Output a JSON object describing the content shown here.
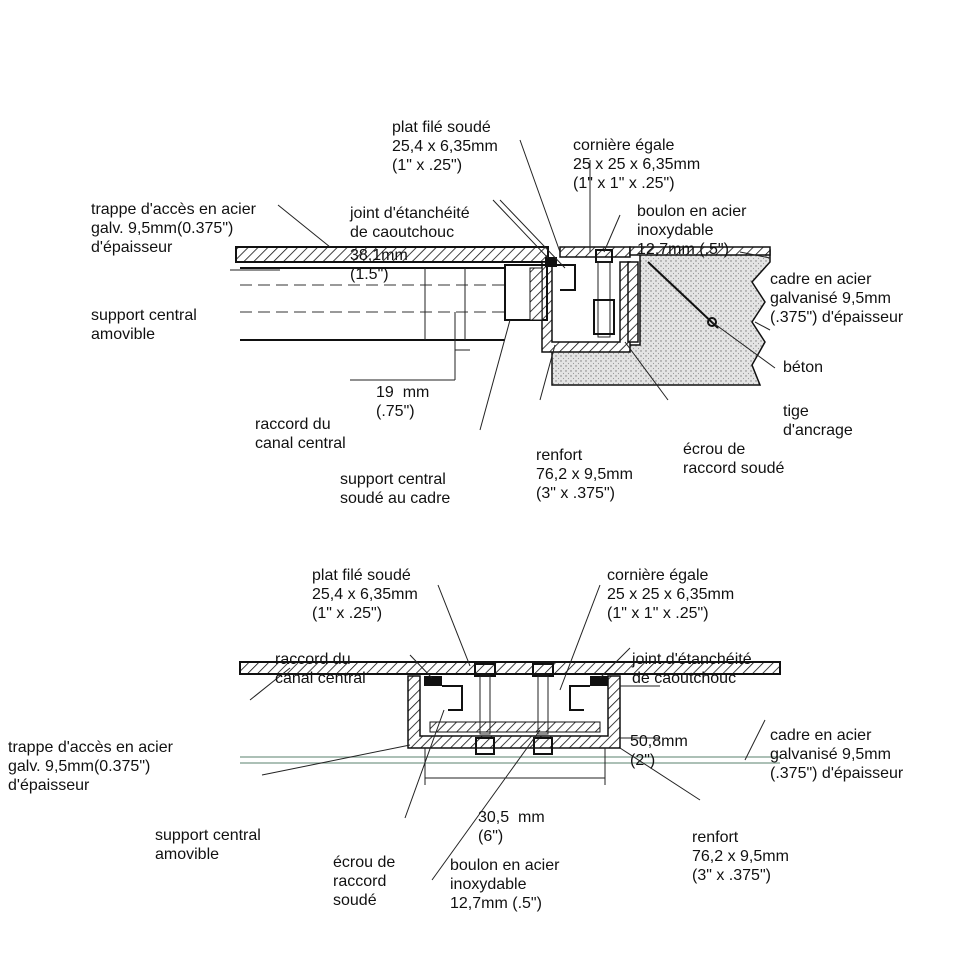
{
  "colors": {
    "ink": "#111111",
    "concrete": "#d9d9d9",
    "paper": "#ffffff",
    "rebar_green": "#7a9a8a"
  },
  "top": {
    "labels": {
      "plat": [
        "plat filé soudé",
        "25,4 x 6,35mm",
        "(1\" x .25\")"
      ],
      "corniere": [
        "cornière égale",
        "25 x 25 x 6,35mm",
        "(1\" x 1\" x .25\")"
      ],
      "joint": [
        "joint d'étanchéité",
        "de caoutchouc"
      ],
      "boulon": [
        "boulon en acier",
        "inoxydable",
        "12,7mm (.5\")"
      ],
      "trappe": [
        "trappe d'accès en acier",
        "galv. 9,5mm(0.375\")",
        "d'épaisseur"
      ],
      "dim381": [
        "38,1mm",
        "(1.5\")"
      ],
      "cadre": [
        "cadre en acier",
        "galvanisé 9,5mm",
        "(.375\") d'épaisseur"
      ],
      "support_amovible": [
        "support central",
        "amovible"
      ],
      "beton": [
        "béton"
      ],
      "dim19": [
        "19  mm",
        "(.75\")"
      ],
      "tige": [
        "tige",
        "d'ancrage"
      ],
      "raccord_canal": [
        "raccord du",
        "canal central"
      ],
      "renfort": [
        "renfort",
        "76,2 x 9,5mm",
        "(3\" x .375\")"
      ],
      "ecrou": [
        "écrou de",
        "raccord soudé"
      ],
      "support_soude": [
        "support central",
        "soudé au cadre"
      ]
    }
  },
  "bottom": {
    "labels": {
      "plat": [
        "plat filé soudé",
        "25,4 x 6,35mm",
        "(1\" x .25\")"
      ],
      "corniere": [
        "cornière égale",
        "25 x 25 x 6,35mm",
        "(1\" x 1\" x .25\")"
      ],
      "raccord_canal": [
        "raccord du",
        "canal central"
      ],
      "joint": [
        "joint d'étanchéité",
        "de caoutchouc"
      ],
      "dim508": [
        "50,8mm",
        "(2\")"
      ],
      "trappe": [
        "trappe d'accès en acier",
        "galv. 9,5mm(0.375\")",
        "d'épaisseur"
      ],
      "cadre": [
        "cadre en acier",
        "galvanisé 9,5mm",
        "(.375\") d'épaisseur"
      ],
      "dim305": [
        "30,5  mm",
        "(6\")"
      ],
      "support_amovible": [
        "support central",
        "amovible"
      ],
      "renfort": [
        "renfort",
        "76,2 x 9,5mm",
        "(3\" x .375\")"
      ],
      "ecrou": [
        "écrou de",
        "raccord",
        "soudé"
      ],
      "boulon": [
        "boulon en acier",
        "inoxydable",
        "12,7mm (.5\")"
      ]
    }
  }
}
